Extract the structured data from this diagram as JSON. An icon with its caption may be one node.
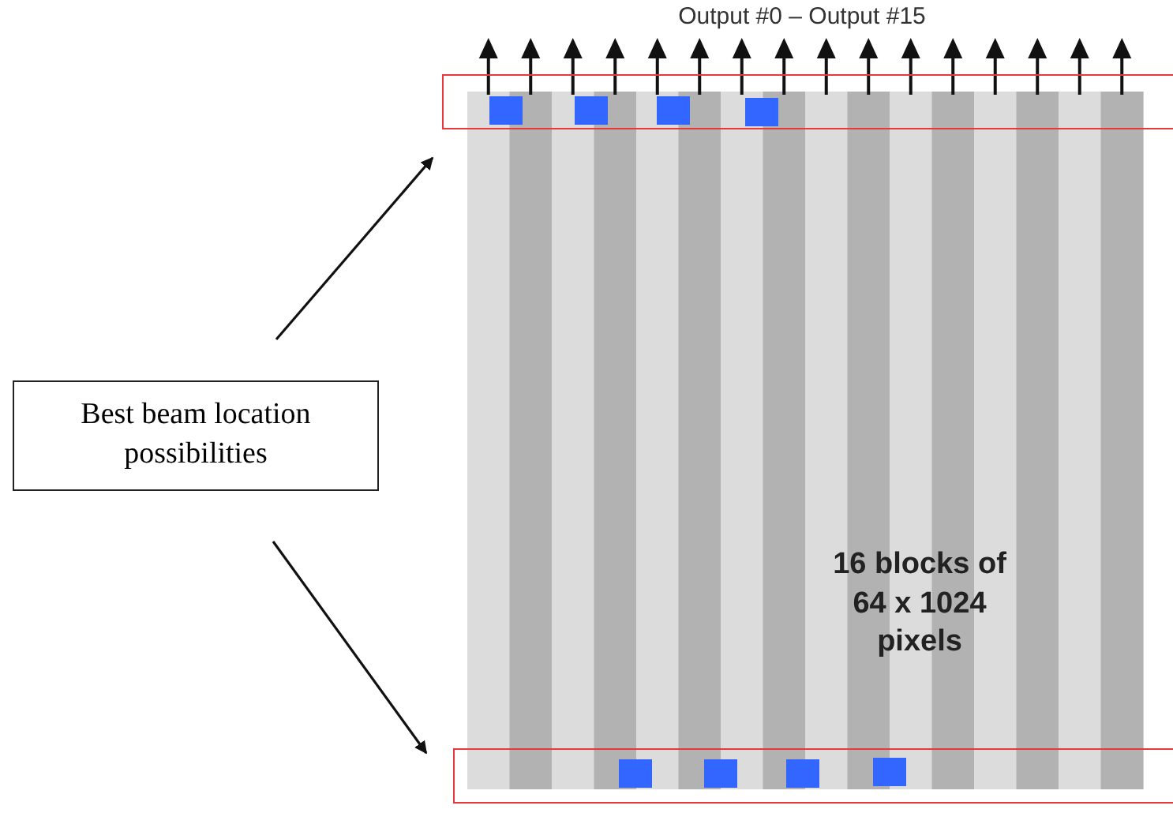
{
  "diagram": {
    "nodes": [
      {
        "text": [
          "Best beam location possibilities"
        ]
      },
      {
        "text": [],
        "shape": "box"
      },
      {
        "text": [],
        "shape": "box"
      }
    ],
    "edges": [
      {
        "from": 0,
        "to": 1,
        "arrow": "to"
      },
      {
        "from": 0,
        "to": 2,
        "arrow": "to"
      }
    ],
    "labels": [
      "Output #0 – Output #15",
      "16 blocks of 64 x 1024 pixels"
    ]
  }
}
